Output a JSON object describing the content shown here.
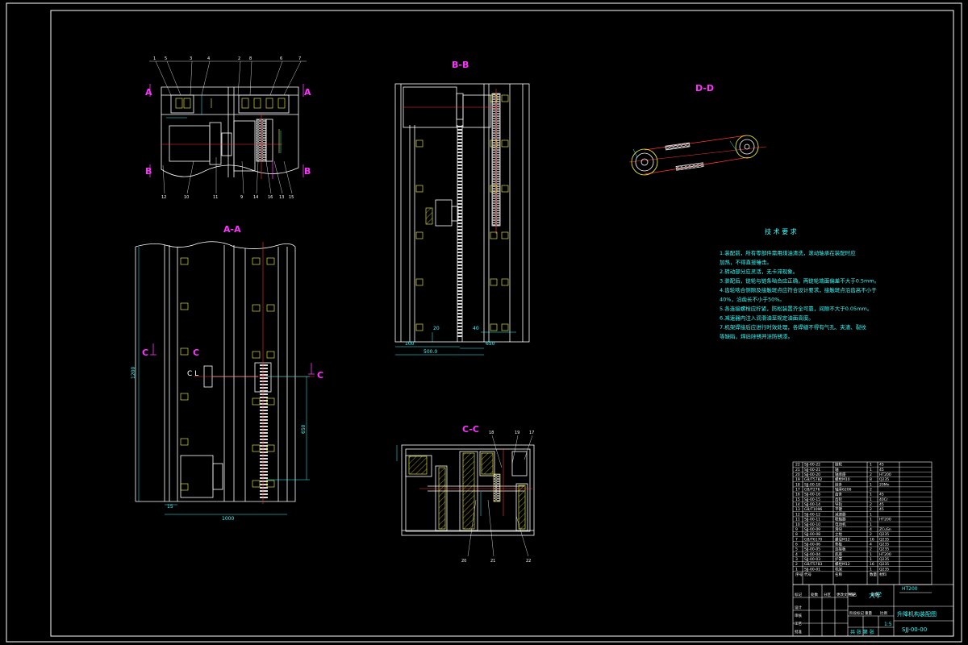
{
  "sheet": {
    "colors": {
      "frame": "#ffffff",
      "outline": "#ffffff",
      "section_label": "#ff33ff",
      "dimension": "#33ffff",
      "centerline": "#ff3333",
      "hidden": "#ffff33",
      "background": "#000000"
    }
  },
  "views": {
    "top_view": {
      "section_a_left": "A",
      "section_a_right": "A",
      "section_b_left": "B",
      "section_b_right": "B",
      "balloons": [
        "1",
        "5",
        "3",
        "4",
        "2",
        "8",
        "6",
        "7"
      ],
      "bottom_balloons": [
        "12",
        "10",
        "11",
        "9",
        "14",
        "16",
        "13",
        "15"
      ]
    },
    "aa": {
      "title": "A-A",
      "c_left": "C",
      "c_right": "C",
      "c_mid": "C",
      "c_l": "C L",
      "dim_height": "1200",
      "dim_width": "1000",
      "dim_small": "15",
      "dim_side": "650"
    },
    "bb": {
      "title": "B-B",
      "dim_left": "20",
      "dim_mid": "40",
      "dim_right": "650",
      "dim_bottom_left": "100",
      "dim_bottom_mid": "500.0"
    },
    "dd": {
      "title": "D-D"
    },
    "cc": {
      "title": "C-C",
      "balloons_top": [
        "18",
        "19",
        "17"
      ],
      "balloons_bottom": [
        "20",
        "21",
        "22"
      ]
    }
  },
  "tech": {
    "title": "技 术 要 求",
    "lines": [
      "1.装配前，所有零部件需用煤油清洗，滚动轴承在装配时应",
      "  加热，不得直接锤击。",
      "2.转动部分应灵活，无卡滞现象。",
      "3.装配后，链轮与链条啮合应正确，两链轮端面偏差不大于0.5mm。",
      "4.齿轮啮合侧隙及接触斑点应符合设计要求，接触斑点沿齿高不小于",
      "  40%，沿齿长不小于50%。",
      "5.各连接螺栓应拧紧，防松装置齐全可靠，间隙不大于0.05mm。",
      "6.减速器内注入润滑油至规定油面高度。",
      "7.机架焊接后应进行时效处理，各焊缝不得有气孔、夹渣、裂纹",
      "  等缺陷，焊后除锈并涂防锈漆。"
    ]
  },
  "title_block": {
    "company": "大学",
    "drawing_title": "升降机构装配图",
    "drawing_no": "SJJ-00-00",
    "material_ref": "HT200",
    "parts_rows": [
      [
        "22",
        "SJJ-00-22",
        "链轮",
        "1",
        "45"
      ],
      [
        "21",
        "SJJ-00-21",
        "轴",
        "1",
        "45"
      ],
      [
        "20",
        "SJJ-00-20",
        "轴承座",
        "2",
        "HT200"
      ],
      [
        "19",
        "GB/T5782",
        "螺栓M10",
        "8",
        "Q235"
      ],
      [
        "18",
        "SJJ-00-18",
        "链条",
        "1",
        "20Mn"
      ],
      [
        "17",
        "GB/T276",
        "轴承6206",
        "2",
        ""
      ],
      [
        "16",
        "SJJ-00-16",
        "齿条",
        "1",
        "45"
      ],
      [
        "15",
        "SJJ-00-15",
        "齿轮",
        "1",
        "40Cr"
      ],
      [
        "14",
        "SJJ-00-14",
        "导轨",
        "2",
        "45"
      ],
      [
        "13",
        "GB/T1096",
        "平键",
        "2",
        "45"
      ],
      [
        "12",
        "SJJ-00-12",
        "减速器",
        "1",
        ""
      ],
      [
        "11",
        "SJJ-00-11",
        "联轴器",
        "1",
        "HT200"
      ],
      [
        "10",
        "SJJ-00-10",
        "电动机",
        "1",
        ""
      ],
      [
        "9",
        "SJJ-00-09",
        "滑块",
        "4",
        "ZCuSn"
      ],
      [
        "8",
        "SJJ-00-08",
        "立柱",
        "2",
        "Q235"
      ],
      [
        "7",
        "GB/T6170",
        "螺母M12",
        "16",
        "Q235"
      ],
      [
        "6",
        "SJJ-00-06",
        "垫板",
        "4",
        "Q235"
      ],
      [
        "5",
        "SJJ-00-05",
        "连接板",
        "2",
        "Q235"
      ],
      [
        "4",
        "SJJ-00-04",
        "底座",
        "1",
        "HT200"
      ],
      [
        "3",
        "SJJ-00-03",
        "护罩",
        "1",
        "Q235"
      ],
      [
        "2",
        "GB/T5783",
        "螺栓M12",
        "16",
        "Q235"
      ],
      [
        "1",
        "SJJ-00-01",
        "机架",
        "1",
        "Q235"
      ]
    ],
    "header": [
      "序号",
      "代号",
      "名称",
      "数量",
      "材料"
    ],
    "sign_labels": [
      "标记",
      "处数",
      "分区",
      "更改文件号",
      "签名",
      "日期"
    ],
    "design_labels": [
      "设计",
      "审核",
      "工艺",
      "批准"
    ],
    "stage_labels": [
      "阶段标记",
      "重量",
      "比例"
    ],
    "scale": "1:5",
    "sheet_label": "共 张 第 张"
  }
}
